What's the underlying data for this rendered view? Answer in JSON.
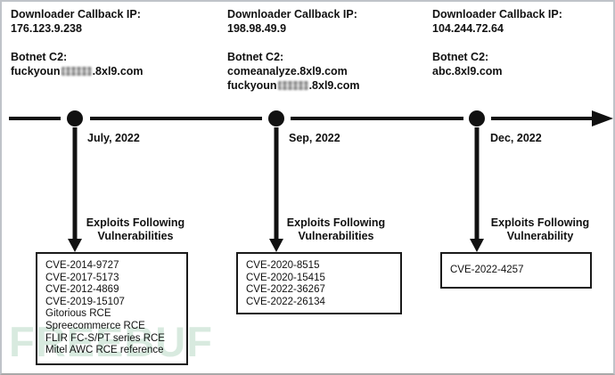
{
  "watermark": {
    "text": "FREEBUF",
    "color": "#8fc3a3"
  },
  "colors": {
    "line": "#111111",
    "border": "#bfc3c9",
    "box_border": "#1a1a1a"
  },
  "campaigns": [
    {
      "callback_label": "Downloader Callback IP:",
      "callback_ip": "176.123.9.238",
      "c2_label": "Botnet C2:",
      "c2_domains": [
        {
          "parts": [
            {
              "text": "fuckyoun"
            },
            {
              "censored": true
            },
            {
              "text": ".8xl9.com"
            }
          ]
        }
      ],
      "date": "July, 2022",
      "exploits_label_line1": "Exploits Following",
      "exploits_label_line2": "Vulnerabilities",
      "vulnerabilities": [
        "CVE-2014-9727",
        "CVE-2017-5173",
        "CVE-2012-4869",
        "CVE-2019-15107",
        "Gitorious RCE",
        "Spreecommerce RCE",
        "FLIR FC-S/PT series RCE",
        "Mitel AWC RCE reference"
      ]
    },
    {
      "callback_label": "Downloader Callback IP:",
      "callback_ip": "198.98.49.9",
      "c2_label": "Botnet C2:",
      "c2_domains": [
        {
          "parts": [
            {
              "text": "comeanalyze.8xl9.com"
            }
          ]
        },
        {
          "parts": [
            {
              "text": "fuckyoun"
            },
            {
              "censored": true
            },
            {
              "text": ".8xl9.com"
            }
          ]
        }
      ],
      "date": "Sep, 2022",
      "exploits_label_line1": "Exploits Following",
      "exploits_label_line2": "Vulnerabilities",
      "vulnerabilities": [
        "CVE-2020-8515",
        "CVE-2020-15415",
        "CVE-2022-36267",
        "CVE-2022-26134"
      ]
    },
    {
      "callback_label": "Downloader Callback IP:",
      "callback_ip": "104.244.72.64",
      "c2_label": "Botnet C2:",
      "c2_domains": [
        {
          "parts": [
            {
              "text": "abc.8xl9.com"
            }
          ]
        }
      ],
      "date": "Dec, 2022",
      "exploits_label_line1": "Exploits Following",
      "exploits_label_line2": "Vulnerability",
      "vulnerabilities": [
        "CVE-2022-4257"
      ]
    }
  ]
}
